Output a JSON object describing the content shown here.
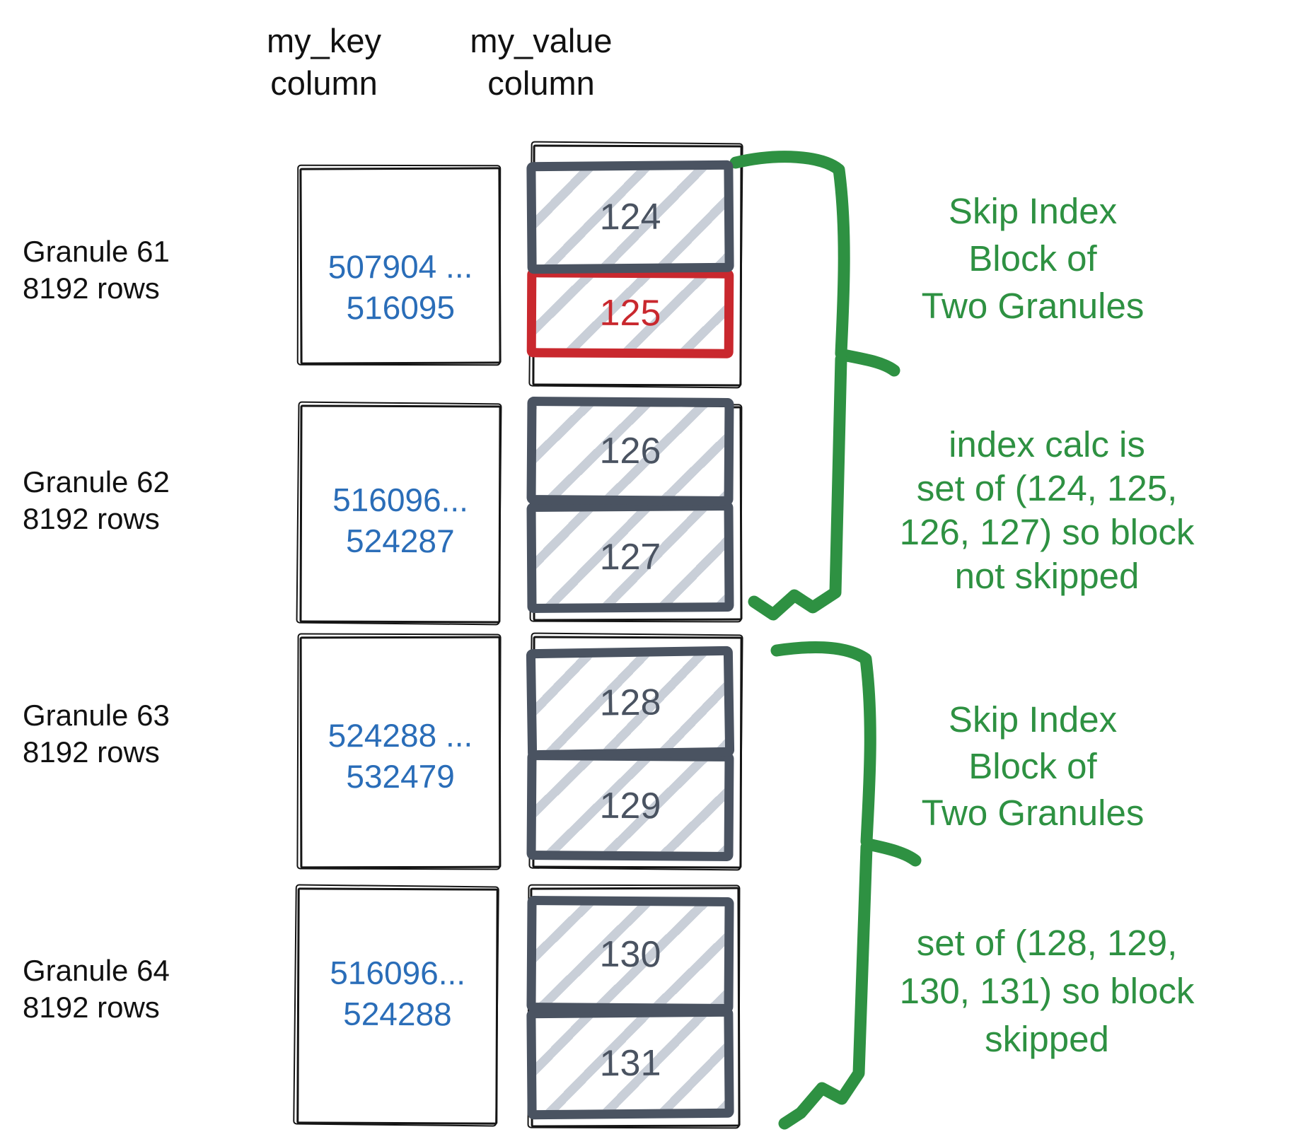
{
  "headers": {
    "key": {
      "line1": "my_key",
      "line2": "column"
    },
    "value": {
      "line1": "my_value",
      "line2": "column"
    }
  },
  "granules": [
    {
      "name": "Granule 61",
      "rows": "8192 rows",
      "key_line1": "507904 ...",
      "key_line2": "516095",
      "blocks": [
        {
          "value": "124",
          "highlight": false
        },
        {
          "value": "125",
          "highlight": true
        }
      ]
    },
    {
      "name": "Granule 62",
      "rows": "8192 rows",
      "key_line1": "516096...",
      "key_line2": "524287",
      "blocks": [
        {
          "value": "126",
          "highlight": false
        },
        {
          "value": "127",
          "highlight": false
        }
      ]
    },
    {
      "name": "Granule 63",
      "rows": "8192 rows",
      "key_line1": "524288 ...",
      "key_line2": "532479",
      "blocks": [
        {
          "value": "128",
          "highlight": false
        },
        {
          "value": "129",
          "highlight": false
        }
      ]
    },
    {
      "name": "Granule 64",
      "rows": "8192 rows",
      "key_line1": "516096...",
      "key_line2": "524288",
      "blocks": [
        {
          "value": "130",
          "highlight": false
        },
        {
          "value": "131",
          "highlight": false
        }
      ]
    }
  ],
  "annotations": [
    {
      "lines": [
        "Skip Index",
        "Block of",
        "Two Granules"
      ]
    },
    {
      "lines": [
        "index calc is",
        "set of (124, 125,",
        "126, 127) so block",
        "not skipped"
      ]
    },
    {
      "lines": [
        "Skip Index",
        "Block of",
        "Two Granules"
      ]
    },
    {
      "lines": [
        "set of (128, 129,",
        "130, 131) so block",
        "skipped"
      ]
    }
  ],
  "colors": {
    "annotation_green": "#2e9142",
    "key_range_blue": "#2a6db8",
    "block_slate": "#4a5361",
    "highlight_red": "#c9282e",
    "hatch_gray": "#c9cfd8",
    "sketch_black": "#151515"
  }
}
